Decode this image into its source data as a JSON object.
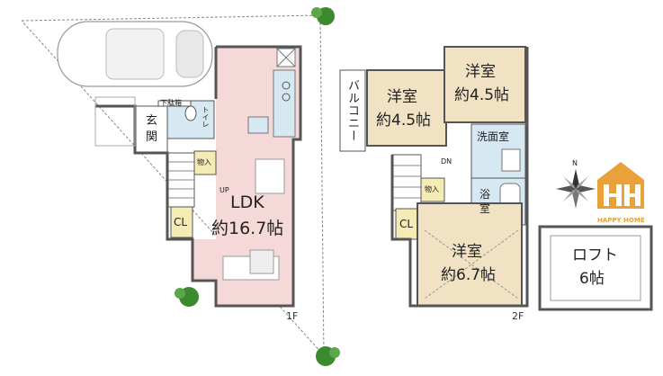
{
  "floor1": {
    "label": "1F",
    "rooms": {
      "ldk_name": "LDK",
      "ldk_size": "約16.7帖",
      "genkan_1": "玄",
      "genkan_2": "関",
      "toilet": "トイレ",
      "geta": "下駄箱",
      "storage": "物入",
      "closet": "CL",
      "up": "UP"
    }
  },
  "floor2": {
    "label": "2F",
    "rooms": {
      "western_left_name": "洋室",
      "western_left_size": "約4.5帖",
      "western_right_name": "洋室",
      "western_right_size": "約4.5帖",
      "western_big_name": "洋室",
      "western_big_size": "約6.7帖",
      "balcony": "バルコニー",
      "washroom": "洗面室",
      "bath_1": "浴",
      "bath_2": "室",
      "storage": "物入",
      "closet": "CL",
      "dn": "DN"
    }
  },
  "loft": {
    "name": "ロフト",
    "size": "6帖"
  },
  "compass": {
    "north": "N"
  },
  "logo": {
    "text": "HAPPY HOME",
    "color": "#e9a23b"
  },
  "colors": {
    "ldk": "#f4d9d8",
    "western": "#f1e2c3",
    "water": "#d6e8f2",
    "closet": "#f3ecb5",
    "wall": "#555555",
    "tree": "#3b8a2e"
  }
}
